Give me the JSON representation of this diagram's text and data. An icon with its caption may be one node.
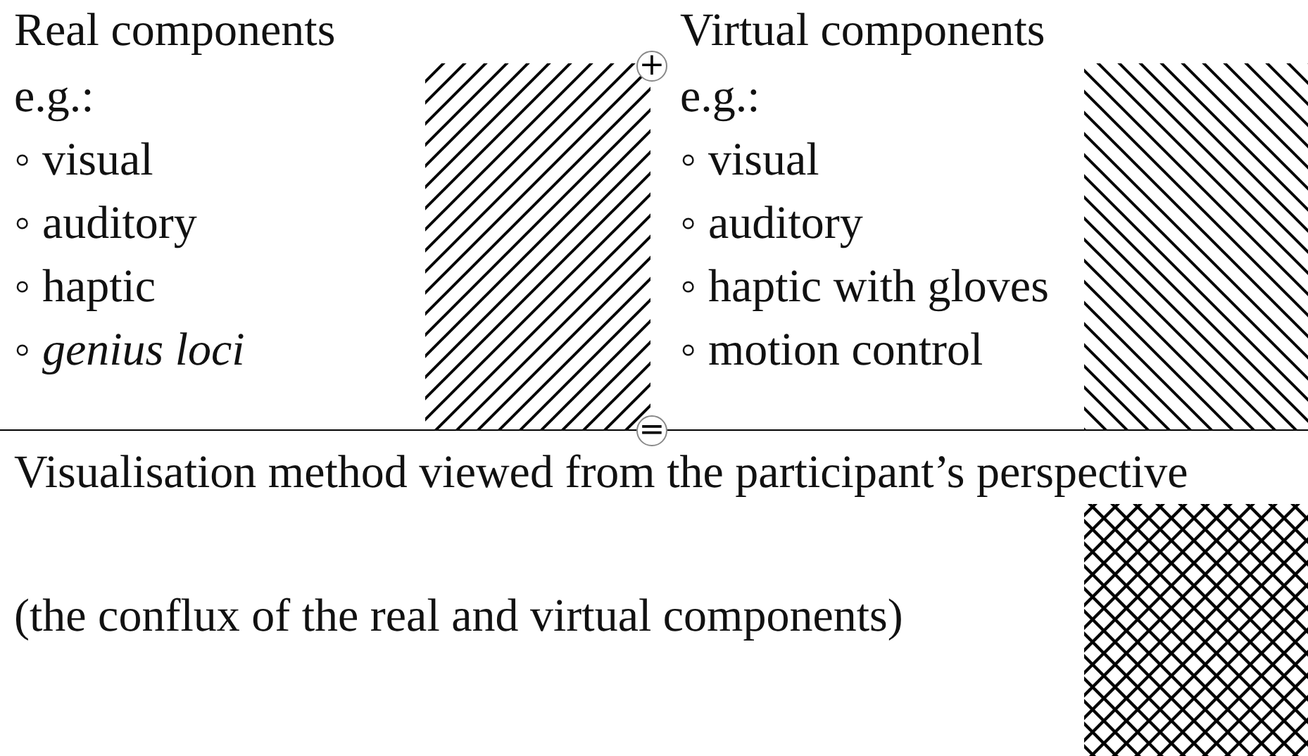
{
  "diagram": {
    "nodes": [
      {
        "text": [
          "+"
        ]
      },
      {
        "text": [
          "="
        ]
      }
    ],
    "labels": [
      "Real components",
      "e.g.:",
      "◦ visual",
      "◦ auditory",
      "◦ haptic",
      "◦ *genius loci*",
      "Virtual components",
      "e.g.:",
      "◦ visual",
      "◦ auditory",
      "◦ haptic with gloves",
      "◦ motion control",
      "Visualisation method viewed from the participant’s perspective",
      "(the conflux of the real and virtual components)"
    ]
  }
}
